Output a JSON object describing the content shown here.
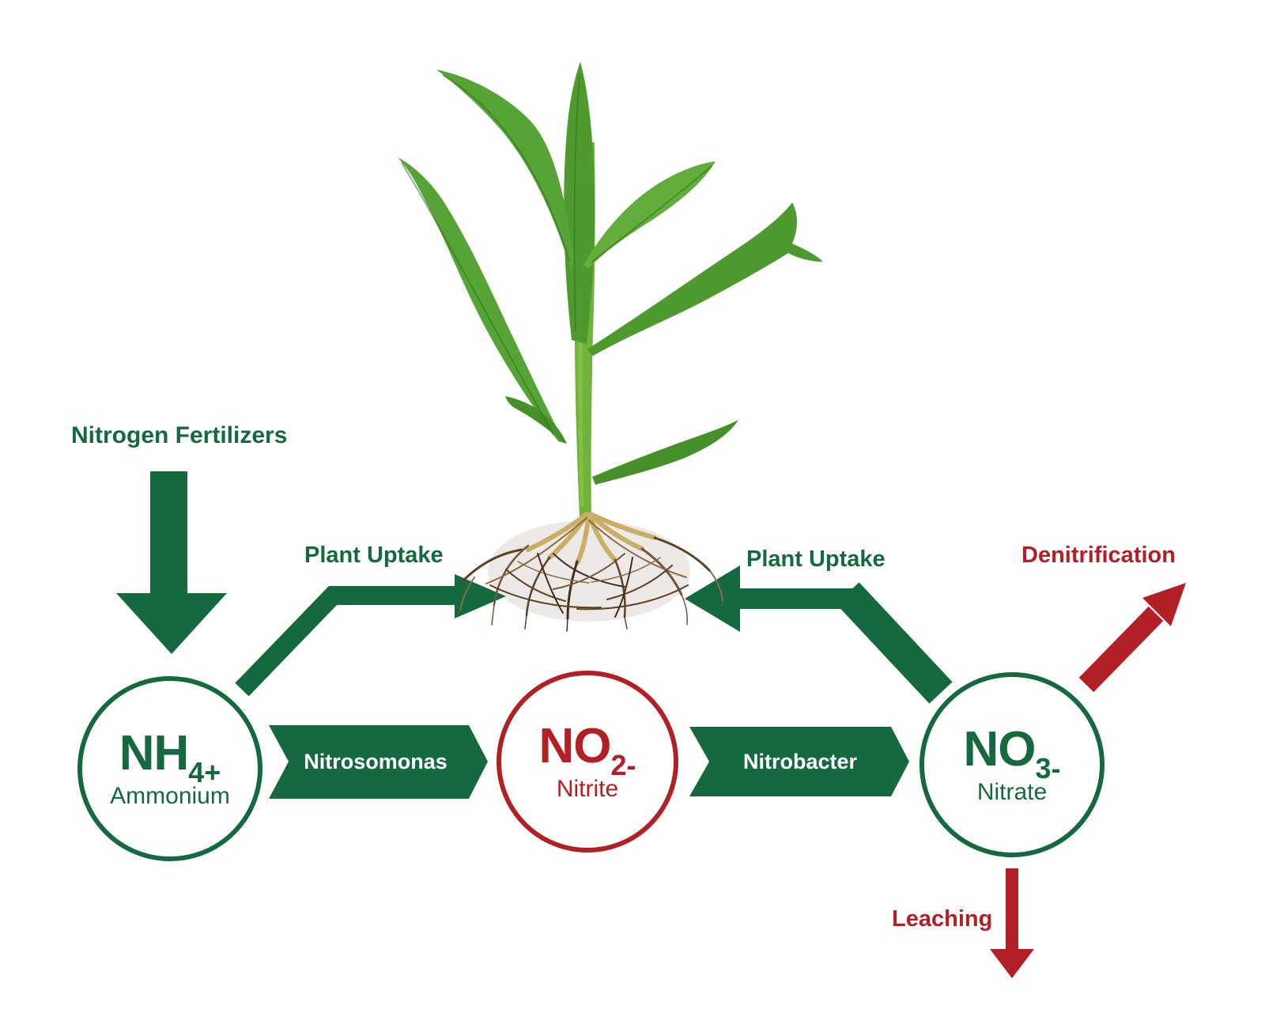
{
  "colors": {
    "green": "#15693E",
    "red": "#B21F24",
    "leaf_green": "#57A436",
    "stem_green": "#6FB23D",
    "root_brown": "#6B4B2B",
    "background": "#FFFFFF"
  },
  "labels": {
    "nitrogen_fertilizers": "Nitrogen Fertilizers",
    "plant_uptake_left": "Plant Uptake",
    "plant_uptake_right": "Plant Uptake",
    "denitrification": "Denitrification",
    "leaching": "Leaching"
  },
  "process_arrows": {
    "nitrosomonas": "Nitrosomonas",
    "nitrobacter": "Nitrobacter"
  },
  "nodes": {
    "ammonium": {
      "formula": "NH",
      "subscript": "4+",
      "name": "Ammonium"
    },
    "nitrite": {
      "formula": "NO",
      "subscript": "2-",
      "name": "Nitrite"
    },
    "nitrate": {
      "formula": "NO",
      "subscript": "3-",
      "name": "Nitrate"
    }
  },
  "illustration": {
    "plant": "corn seedling with exposed root ball"
  }
}
